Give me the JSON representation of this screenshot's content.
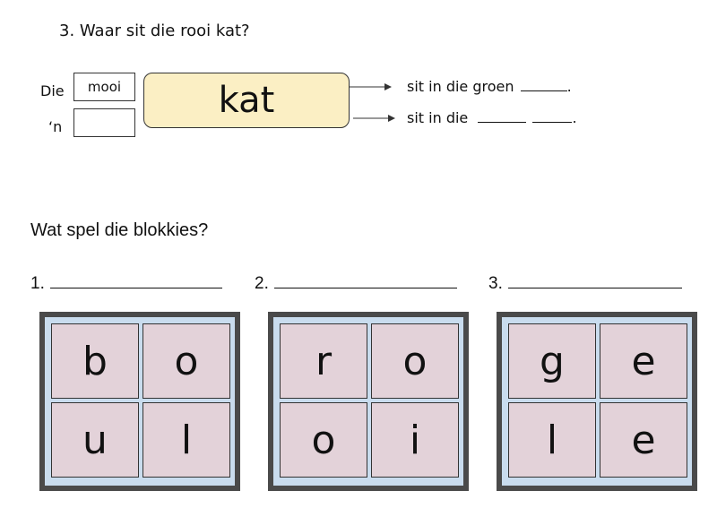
{
  "question3": {
    "label": "3.  Waar sit die rooi kat?",
    "row1_word": "Die",
    "row1_box_value": "mooi",
    "row2_word": "‘n",
    "row2_box_value": "",
    "noun": "kat",
    "phrase1": "sit in die groen",
    "phrase1_end": ".",
    "phrase2": "sit in die",
    "phrase2_end": "."
  },
  "blocks_section": {
    "title": "Wat spel die blokkies?",
    "answers": [
      {
        "label": "1."
      },
      {
        "label": "2."
      },
      {
        "label": "3."
      }
    ],
    "blocks": [
      {
        "letters": [
          "b",
          "o",
          "u",
          "l"
        ]
      },
      {
        "letters": [
          "r",
          "o",
          "o",
          "i"
        ]
      },
      {
        "letters": [
          "g",
          "e",
          "l",
          "e"
        ]
      }
    ]
  }
}
